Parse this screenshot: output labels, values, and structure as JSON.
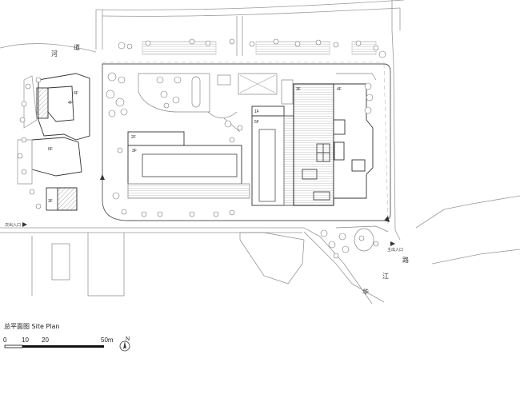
{
  "title": "总平面图 Site Plan",
  "scale": {
    "ticks": [
      "0",
      "10",
      "20",
      "50m"
    ],
    "north": "N"
  },
  "roads": {
    "river_road": [
      "河",
      "道"
    ],
    "huajiang_road": [
      "华",
      "江",
      "路"
    ]
  },
  "entrances": {
    "main": "主出入口",
    "secondary": "次出入口"
  },
  "floor_labels": {
    "west_a": "6F",
    "west_b": "4F",
    "west_c": "6F",
    "west_d": "3F",
    "gym": "3F",
    "gym_top": "2F",
    "center": "5F",
    "center_top": "1F",
    "tower": "3F",
    "east": "4F"
  },
  "colors": {
    "line": "#333333",
    "road": "#888888",
    "hatch": "#bbbbbb",
    "tree": "#777777"
  }
}
